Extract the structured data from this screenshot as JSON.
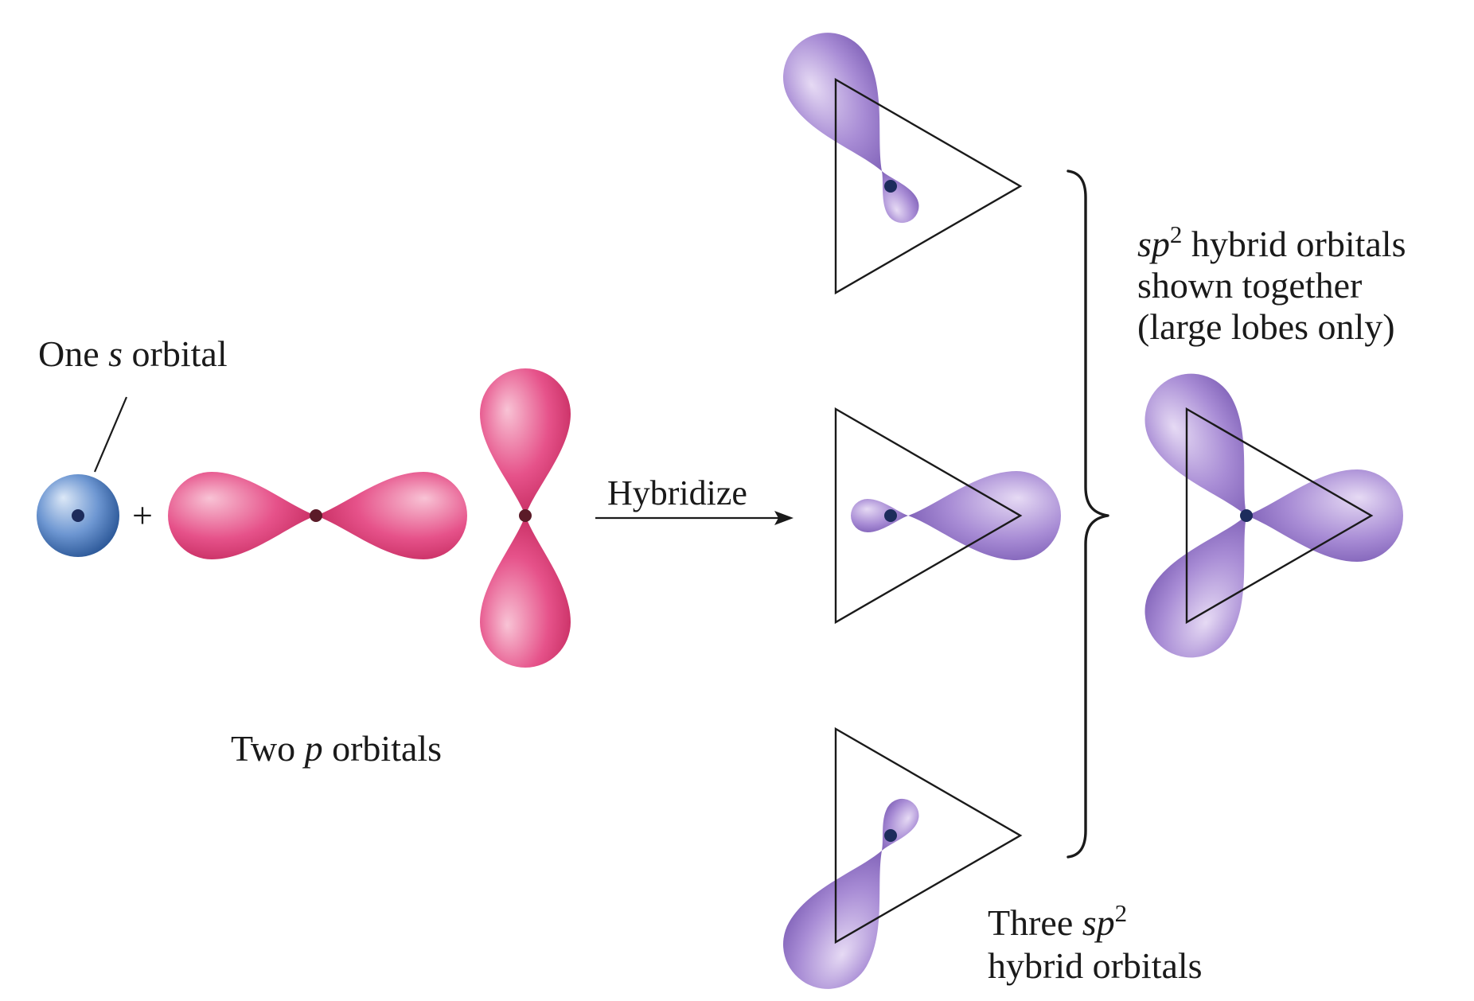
{
  "labels": {
    "s_orbital": {
      "prefix": "One ",
      "italic": "s",
      "suffix": " orbital"
    },
    "plus": "+",
    "p_orbitals": {
      "prefix": "Two ",
      "italic": "p",
      "suffix": " orbitals"
    },
    "arrow": "Hybridize",
    "combined": {
      "line1_italic": "sp",
      "line1_sup": "2",
      "line1_rest": " hybrid orbitals",
      "line2": "shown together",
      "line3": "(large lobes only)"
    },
    "hybrids": {
      "line1_prefix": "Three ",
      "line1_italic": "sp",
      "line1_sup": "2",
      "line2": "hybrid orbitals"
    }
  },
  "colors": {
    "s_orbital": {
      "light": "#dce8f7",
      "mid": "#6e97d2",
      "dark": "#2f5b9b"
    },
    "p_orbital": {
      "light": "#f8c3d5",
      "mid": "#e6528a",
      "dark": "#bf2458"
    },
    "sp2_orbital": {
      "light": "#e6daf4",
      "mid": "#a88cd5",
      "dark": "#7556b0"
    },
    "nucleus": "#1d2c5c",
    "p_node": "#5b1b28",
    "ink": "#1a1a1a"
  }
}
